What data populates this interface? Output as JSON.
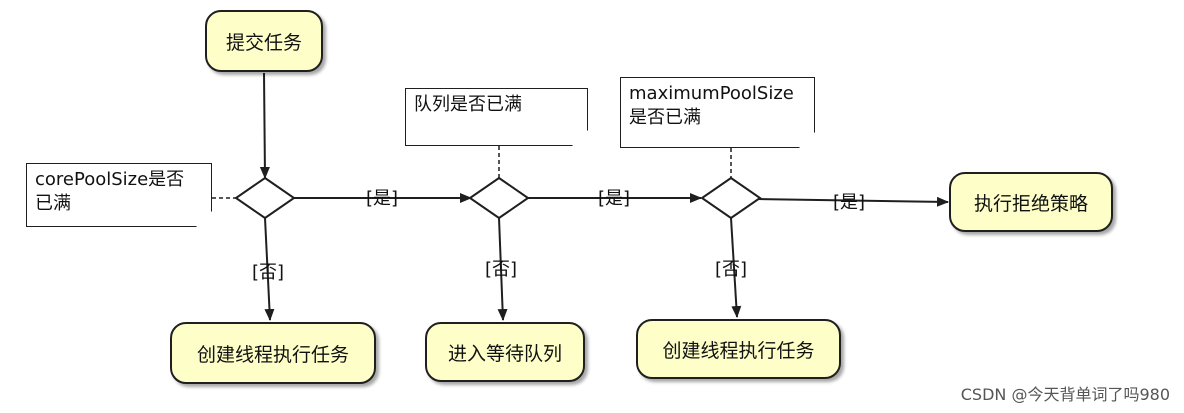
{
  "nodes": {
    "submit": "提交任务",
    "create_thread_1": "创建线程执行任务",
    "enter_queue": "进入等待队列",
    "create_thread_2": "创建线程执行任务",
    "reject": "执行拒绝策略"
  },
  "notes": {
    "core_full": [
      "corePoolSize是否",
      "已满"
    ],
    "queue_full": [
      "队列是否已满"
    ],
    "max_full": [
      "maximumPoolSize",
      "是否已满"
    ]
  },
  "edge_labels": {
    "yes_1": "[是]",
    "yes_2": "[是]",
    "yes_3": "[是]",
    "no_1": "[否]",
    "no_2": "[否]",
    "no_3": "[否]"
  },
  "watermark": "CSDN @今天背单词了吗980",
  "colors": {
    "node_fill": "#fefec9",
    "stroke": "#1f1f1f"
  }
}
